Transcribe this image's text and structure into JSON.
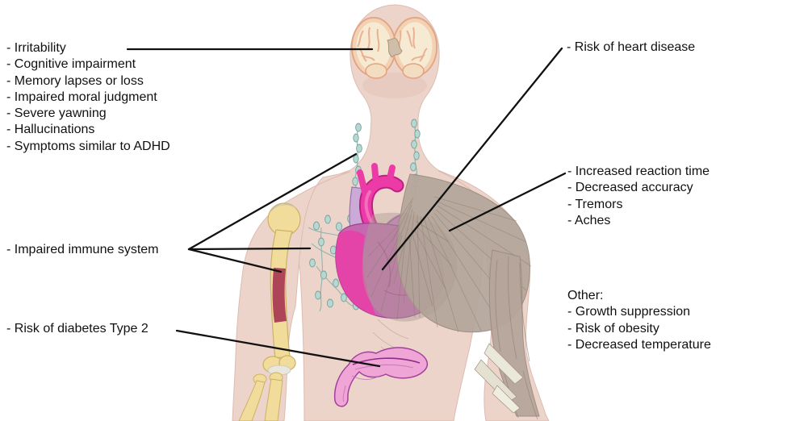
{
  "labels": {
    "neurological": {
      "items": [
        "- Irritability",
        "- Cognitive impairment",
        "- Memory lapses or loss",
        "- Impaired moral judgment",
        "- Severe yawning",
        "- Hallucinations",
        "- Symptoms similar to ADHD"
      ],
      "target": "brain"
    },
    "immune": {
      "text": "- Impaired immune system",
      "targets": [
        "cervical lymph nodes",
        "axillary lymph nodes",
        "bone marrow"
      ]
    },
    "diabetes": {
      "text": "- Risk of diabetes Type 2",
      "target": "pancreas"
    },
    "heart": {
      "text": "- Risk of heart disease",
      "target": "heart"
    },
    "motor": {
      "items": [
        "- Increased reaction time",
        "- Decreased accuracy",
        "- Tremors",
        "- Aches"
      ],
      "target": "muscles"
    },
    "other": {
      "heading": "Other:",
      "items": [
        "- Growth suppression",
        "- Risk of obesity",
        "- Decreased temperature"
      ]
    }
  },
  "organs": {
    "brain": "brain-coronal-section",
    "neck_lymph": "cervical-lymph-node-chains",
    "axillary_lymph": "axillary-lymph-nodes",
    "bone": "humerus-with-red-marrow",
    "heart": "heart-with-great-vessels",
    "muscle": "shoulder-and-arm-muscles",
    "pancreas": "pancreas"
  },
  "colors": {
    "background": "#ffffff",
    "body": "#ecd4cb",
    "body_outline": "#ddbbb0",
    "brain_cortex": "#f7ead3",
    "brain_outline": "#e2a27f",
    "brain_gyri": "#e7ab8c",
    "brain_core": "#cfbfa8",
    "lymph": "#b7d8d2",
    "lymph_outline": "#76a39a",
    "bone": "#f1dc9b",
    "bone_outline": "#ccb166",
    "marrow": "#ae4458",
    "cartilage": "#e9e6db",
    "heart_body": "#c468b0",
    "heart_bright": "#ec3ba6",
    "vessel_violet": "#cbaad8",
    "muscle": "#b5a79c",
    "muscle_stroke": "#8d7d70",
    "tendon": "#eae7db",
    "pancreas": "#efa5d6",
    "pancreas_outline": "#a2419b",
    "leader_line": "#111111",
    "text": "#111111"
  }
}
